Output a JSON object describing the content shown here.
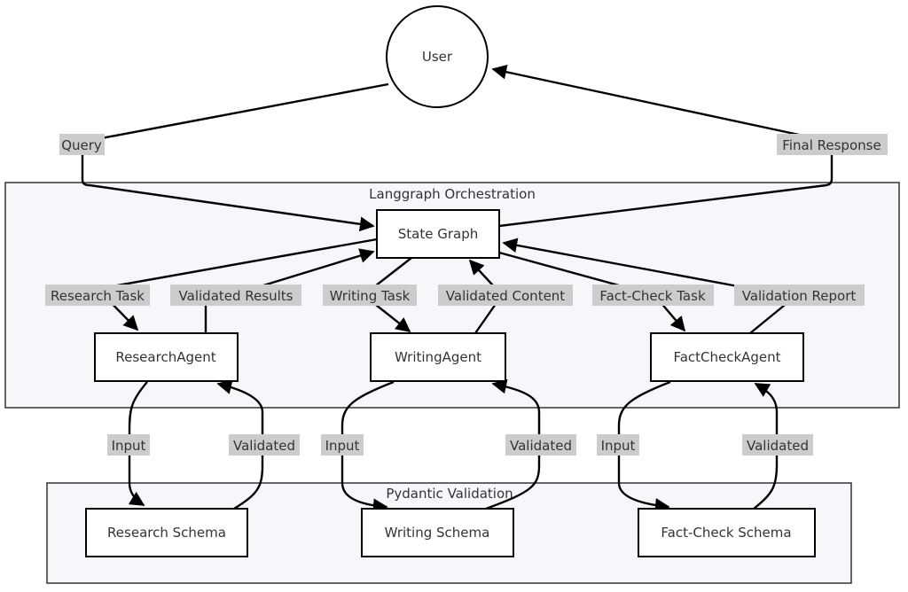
{
  "clusters": {
    "orchestration": "Langgraph Orchestration",
    "validation": "Pydantic Validation"
  },
  "nodes": {
    "user": "User",
    "state_graph": "State Graph",
    "research_agent": "ResearchAgent",
    "writing_agent": "WritingAgent",
    "factcheck_agent": "FactCheckAgent",
    "research_schema": "Research Schema",
    "writing_schema": "Writing Schema",
    "factcheck_schema": "Fact-Check Schema"
  },
  "edges": {
    "query": "Query",
    "final_response": "Final Response",
    "research_task": "Research Task",
    "validated_results": "Validated Results",
    "writing_task": "Writing Task",
    "validated_content": "Validated Content",
    "factcheck_task": "Fact-Check Task",
    "validation_report": "Validation Report",
    "research_input": "Input",
    "research_validated": "Validated",
    "writing_input": "Input",
    "writing_validated": "Validated",
    "factcheck_input": "Input",
    "factcheck_validated": "Validated"
  },
  "colors": {
    "stroke": "#000000",
    "cluster_fill": "#f7f7fb",
    "label_background": "#cccccc",
    "text": "#333333"
  }
}
